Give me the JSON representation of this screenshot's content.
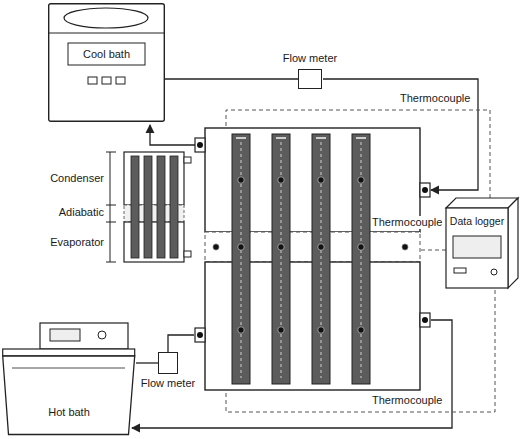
{
  "diagram": {
    "nodes": [
      {
        "text": [
          "Cool bath"
        ]
      },
      {
        "text": [
          "Flow meter"
        ]
      },
      {
        "text": [
          "Data logger"
        ]
      },
      {
        "text": [
          "Flow meter"
        ]
      },
      {
        "text": [
          "Hot bath"
        ]
      }
    ],
    "edges": [
      {
        "from": 0,
        "to": 1,
        "arrow": "none"
      },
      {
        "from": 4,
        "to": 3,
        "arrow": "none"
      }
    ],
    "labels": [
      "Thermocouple",
      "Condenser",
      "Adiabatic",
      "Evaporator",
      "Thermocouple",
      "Thermocouple"
    ]
  }
}
